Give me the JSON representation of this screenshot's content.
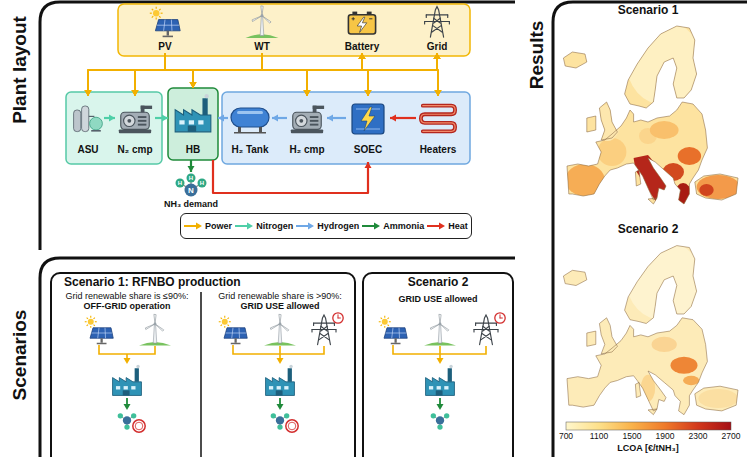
{
  "diagram": {
    "nodes": [
      {
        "text": [
          "PV"
        ]
      },
      {
        "text": [
          "WT"
        ]
      },
      {
        "text": [
          "Battery"
        ]
      },
      {
        "text": [
          "Grid"
        ]
      },
      {
        "text": [
          "ASU"
        ]
      },
      {
        "text": [
          "N₂ cmp"
        ]
      },
      {
        "text": [
          "HB"
        ]
      },
      {
        "text": [
          "NH₃ demand"
        ]
      },
      {
        "text": [
          "H₂ Tank"
        ]
      },
      {
        "text": [
          "H₂ cmp"
        ]
      },
      {
        "text": [
          "SOEC"
        ]
      },
      {
        "text": [
          "Heaters"
        ]
      },
      {
        "text": [
          "Scenario 1: RFNBO production",
          "Grid renewable share is ≤90%:",
          "OFF-GRID operation",
          "Grid renewable share is >90%:",
          "GRID USE allowed"
        ]
      },
      {
        "text": [
          "Scenario 2",
          "GRID USE allowed"
        ]
      }
    ],
    "edges": [
      {
        "from": 0,
        "to": 4,
        "arrow": "to"
      },
      {
        "from": 0,
        "to": 5,
        "arrow": "to"
      },
      {
        "from": 0,
        "to": 6,
        "arrow": "to"
      },
      {
        "from": 0,
        "to": 9,
        "arrow": "to"
      },
      {
        "from": 0,
        "to": 10,
        "arrow": "to"
      },
      {
        "from": 0,
        "to": 11,
        "arrow": "to"
      },
      {
        "from": 1,
        "to": 4,
        "arrow": "to"
      },
      {
        "from": 1,
        "to": 5,
        "arrow": "to"
      },
      {
        "from": 1,
        "to": 6,
        "arrow": "to"
      },
      {
        "from": 1,
        "to": 9,
        "arrow": "to"
      },
      {
        "from": 1,
        "to": 10,
        "arrow": "to"
      },
      {
        "from": 1,
        "to": 11,
        "arrow": "to"
      },
      {
        "from": 2,
        "to": 4,
        "arrow": "both"
      },
      {
        "from": 2,
        "to": 5,
        "arrow": "both"
      },
      {
        "from": 2,
        "to": 6,
        "arrow": "both"
      },
      {
        "from": 2,
        "to": 9,
        "arrow": "both"
      },
      {
        "from": 2,
        "to": 10,
        "arrow": "both"
      },
      {
        "from": 2,
        "to": 11,
        "arrow": "both"
      },
      {
        "from": 3,
        "to": 4,
        "arrow": "both"
      },
      {
        "from": 3,
        "to": 5,
        "arrow": "both"
      },
      {
        "from": 3,
        "to": 6,
        "arrow": "both"
      },
      {
        "from": 3,
        "to": 9,
        "arrow": "both"
      },
      {
        "from": 3,
        "to": 10,
        "arrow": "both"
      },
      {
        "from": 3,
        "to": 11,
        "arrow": "both"
      },
      {
        "from": 4,
        "to": 5,
        "arrow": "to"
      },
      {
        "from": 5,
        "to": 6,
        "arrow": "to"
      },
      {
        "from": 10,
        "to": 9,
        "arrow": "to"
      },
      {
        "from": 9,
        "to": 8,
        "arrow": "to"
      },
      {
        "from": 8,
        "to": 6,
        "arrow": "to"
      },
      {
        "from": 11,
        "to": 10,
        "arrow": "to"
      },
      {
        "from": 6,
        "to": 7,
        "arrow": "to"
      },
      {
        "from": 6,
        "to": 10,
        "arrow": "to"
      }
    ],
    "labels": [
      "Plant layout",
      "H",
      "N",
      "H",
      "H",
      "Scenarios",
      "Results",
      "Scenario 1",
      "Scenario 2",
      "700",
      "1100",
      "1500",
      "1900",
      "2300",
      "2700",
      "LCOA [€/tNH₃]"
    ],
    "legend": [
      {
        "text": "Power"
      },
      {
        "text": "Nitrogen"
      },
      {
        "text": "Hydrogen"
      },
      {
        "text": "Ammonia"
      },
      {
        "text": "Heat"
      }
    ]
  }
}
